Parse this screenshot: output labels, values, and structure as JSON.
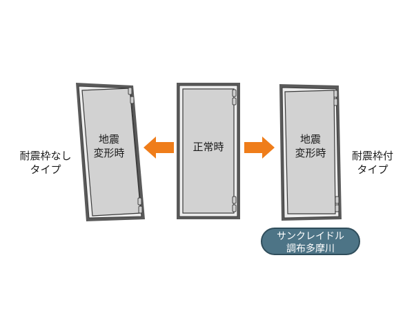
{
  "doors": {
    "left": {
      "label_line1": "地震",
      "label_line2": "変形時"
    },
    "center": {
      "label": "正常時"
    },
    "right": {
      "label_line1": "地震",
      "label_line2": "変形時"
    }
  },
  "types": {
    "left": {
      "line1": "耐震枠なし",
      "line2": "タイプ"
    },
    "right": {
      "line1": "耐震枠付",
      "line2": "タイプ"
    }
  },
  "badge": {
    "line1": "サンクレイドル",
    "line2": "調布多摩川"
  },
  "colors": {
    "frame": "#5a5a5a",
    "panel": "#d2d2d2",
    "arrow": "#ef7d1a",
    "badge": "#4d7486"
  }
}
